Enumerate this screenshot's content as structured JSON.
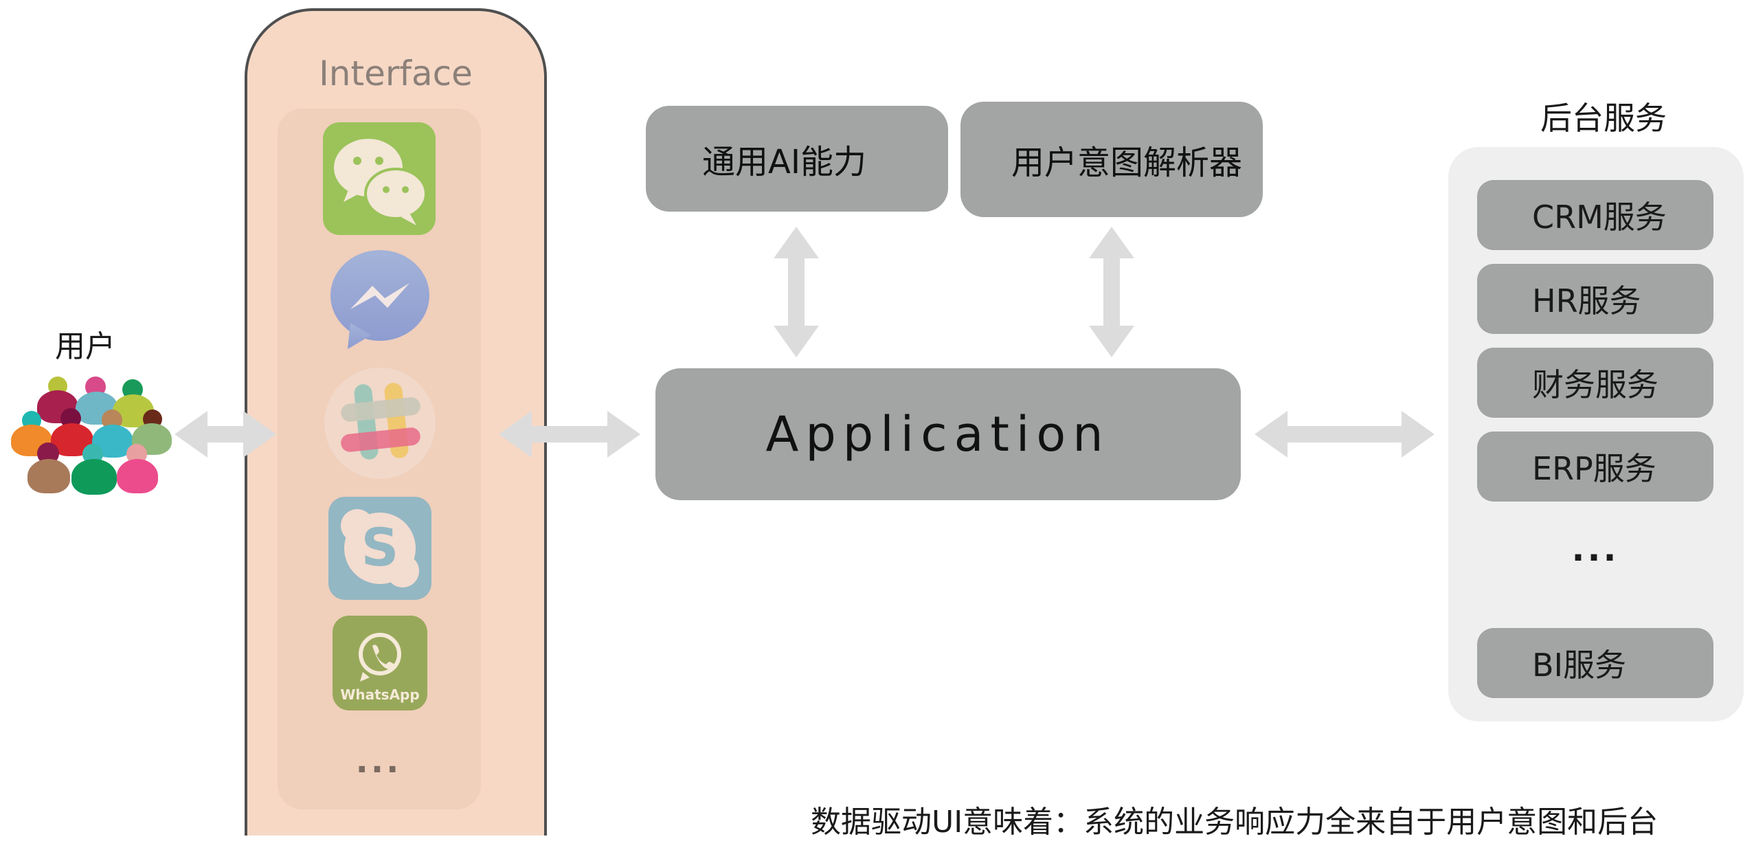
{
  "users": {
    "label": "用户"
  },
  "interface": {
    "title": "Interface",
    "apps": [
      {
        "name": "WeChat",
        "icon": "wechat-icon"
      },
      {
        "name": "Messenger",
        "icon": "messenger-icon"
      },
      {
        "name": "Slack",
        "icon": "slack-icon"
      },
      {
        "name": "Skype",
        "icon": "skype-icon"
      },
      {
        "name": "WhatsApp",
        "icon": "whatsapp-icon",
        "label": "WhatsApp"
      }
    ],
    "more": "..."
  },
  "capabilities": {
    "ai": "通用AI能力",
    "intent_parser": "用户意图解析器"
  },
  "application": {
    "label": "Application"
  },
  "backend": {
    "title": "后台服务",
    "services": [
      "CRM服务",
      "HR服务",
      "财务服务",
      "ERP服务"
    ],
    "more": "...",
    "last_service": "BI服务"
  },
  "caption": "数据驱动UI意味着：系统的业务响应力全来自于用户意图和后台",
  "colors": {
    "interface_bg": "#f6d8c5",
    "box_gray": "#a2a5a3",
    "arrow_gray": "#dcdcdc",
    "panel_gray": "#efefef"
  }
}
